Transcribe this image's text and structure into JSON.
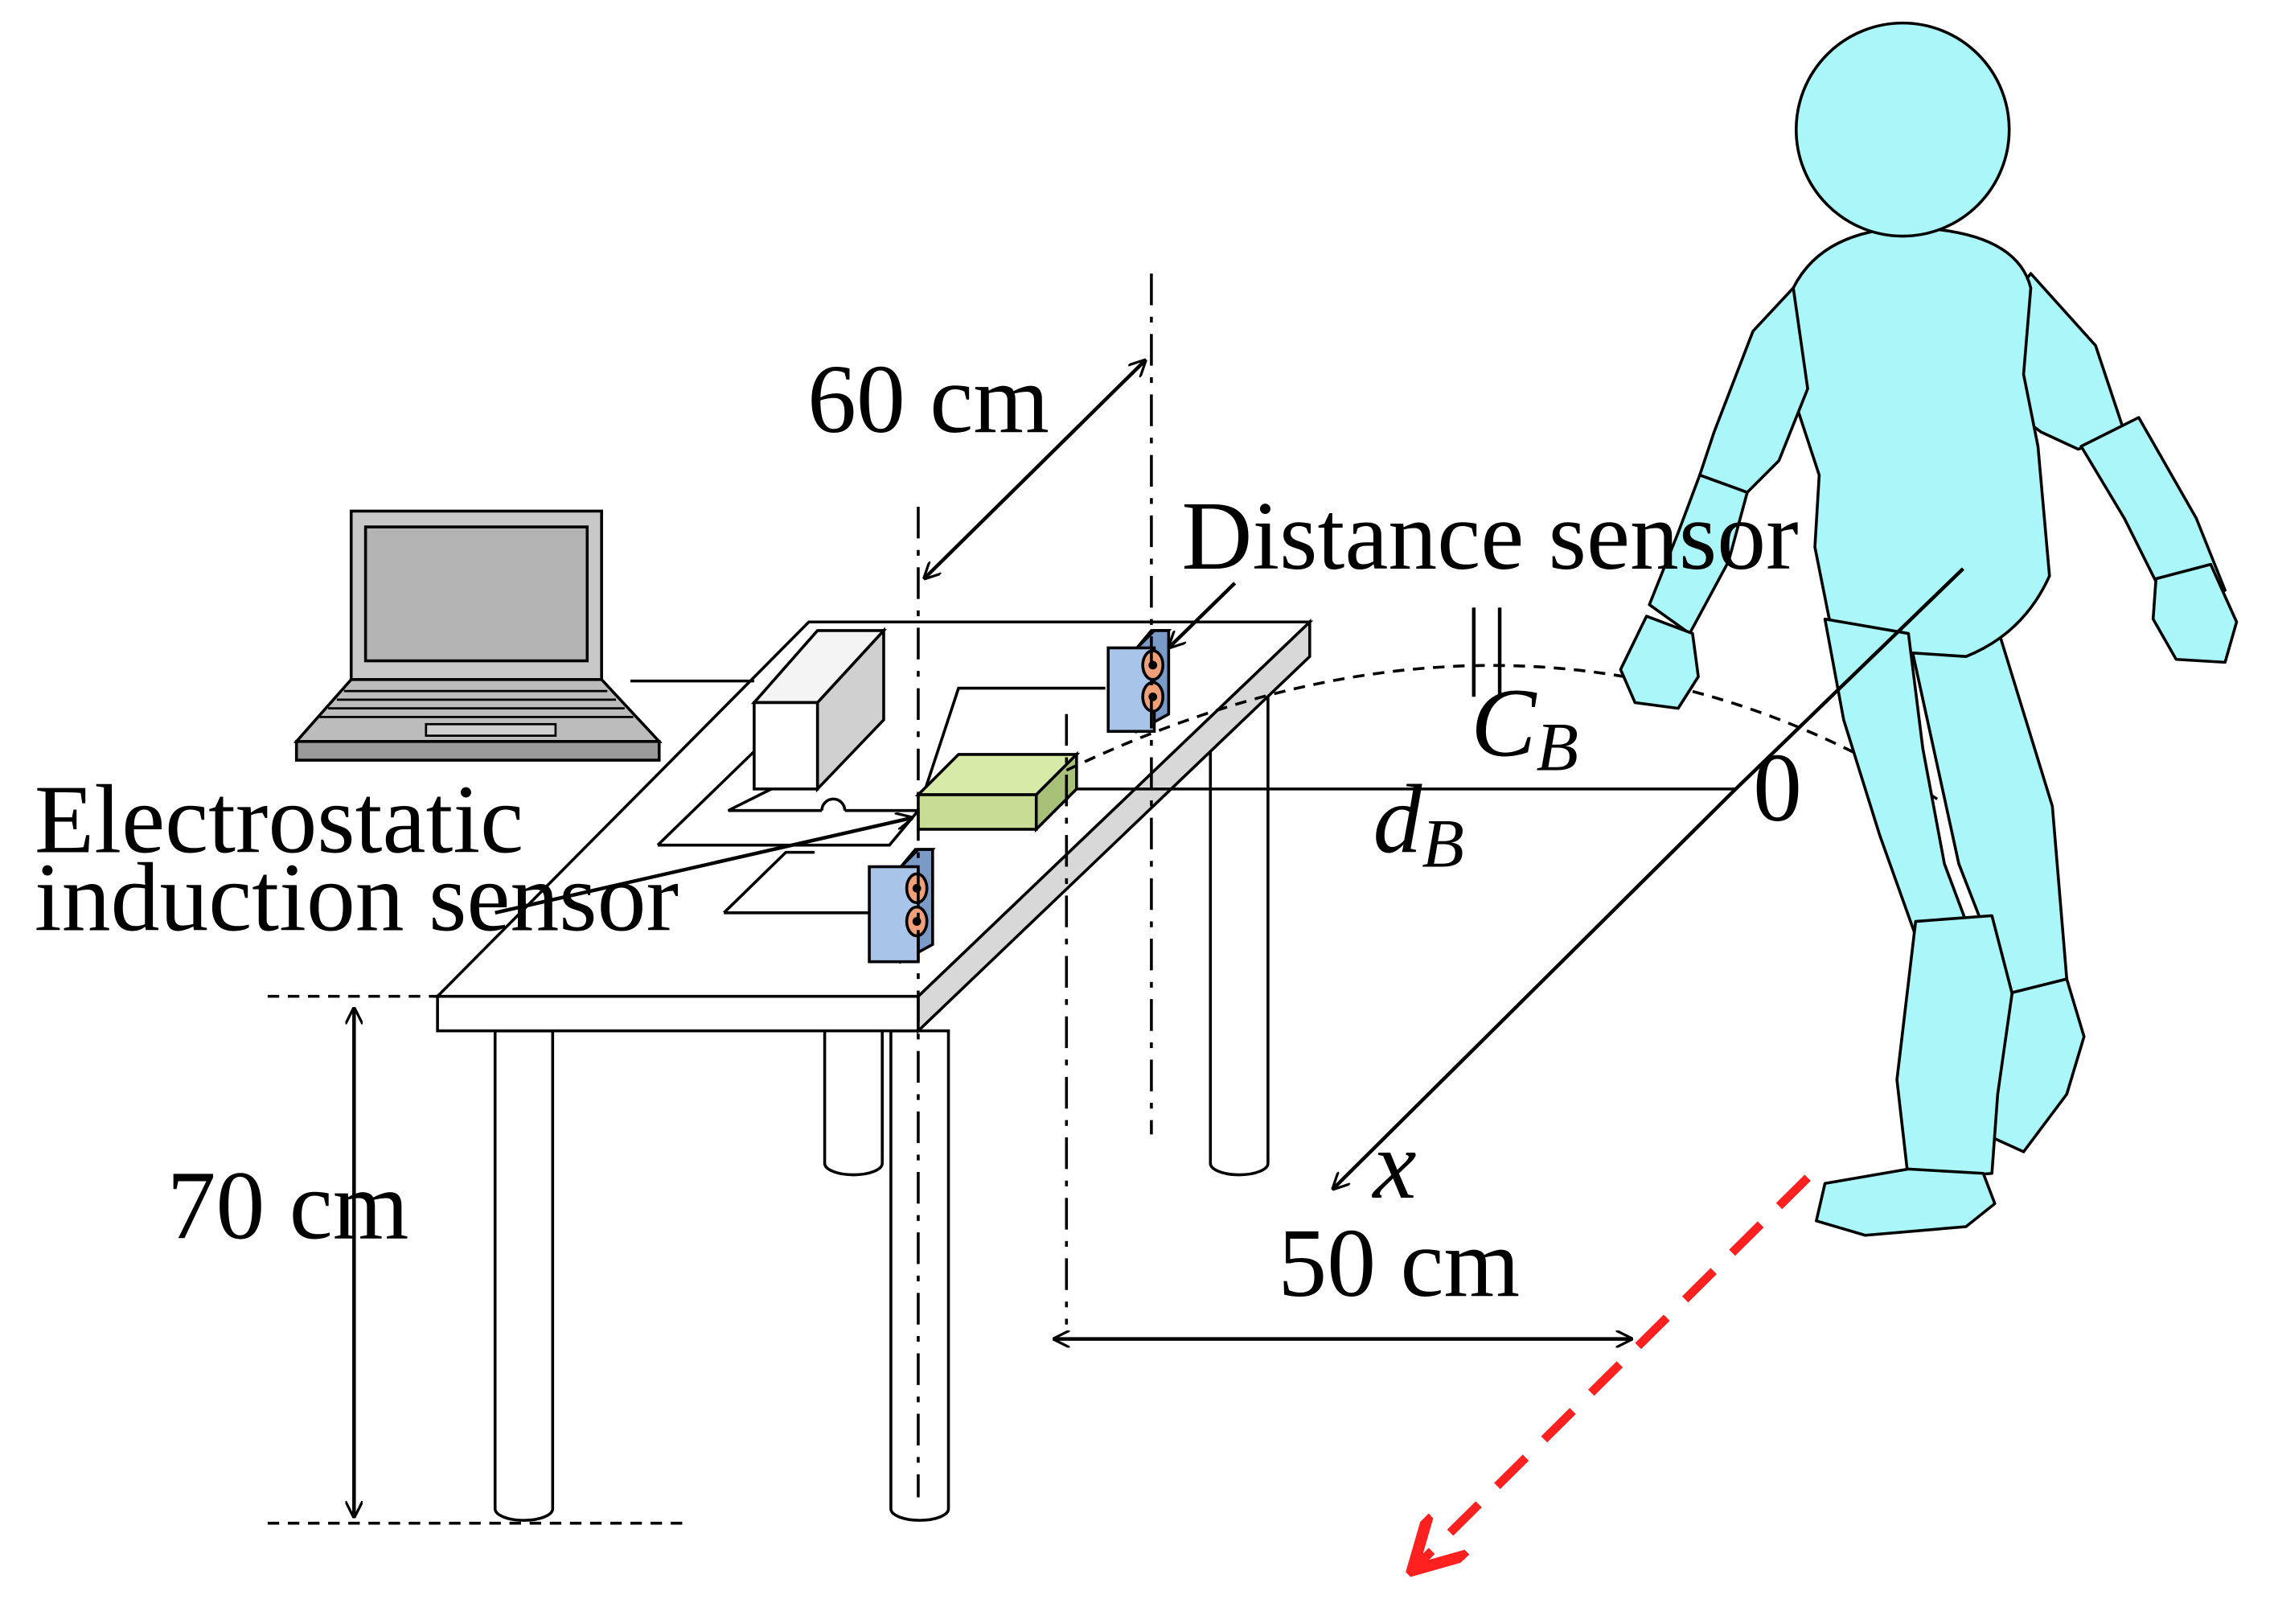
{
  "labels": {
    "dim_60": "60 cm",
    "dim_70": "70 cm",
    "dim_50": "50 cm",
    "distance_sensor": "Distance sensor",
    "esi_line1": "Electrostatic",
    "esi_line2": "induction sensor",
    "capacitance_main": "C",
    "capacitance_sub": "B",
    "distance_main": "d",
    "distance_sub": "B",
    "origin": "0",
    "x_axis": "x"
  },
  "colors": {
    "human_fill": "#aaf6f8",
    "sensor_fill": "#c8dc96",
    "distance_sensor_fill": "#a8c4e8",
    "distance_sensor_eye": "#f0a078",
    "walk_path": "#ff2020",
    "laptop_fill": "#c8c8c8"
  }
}
